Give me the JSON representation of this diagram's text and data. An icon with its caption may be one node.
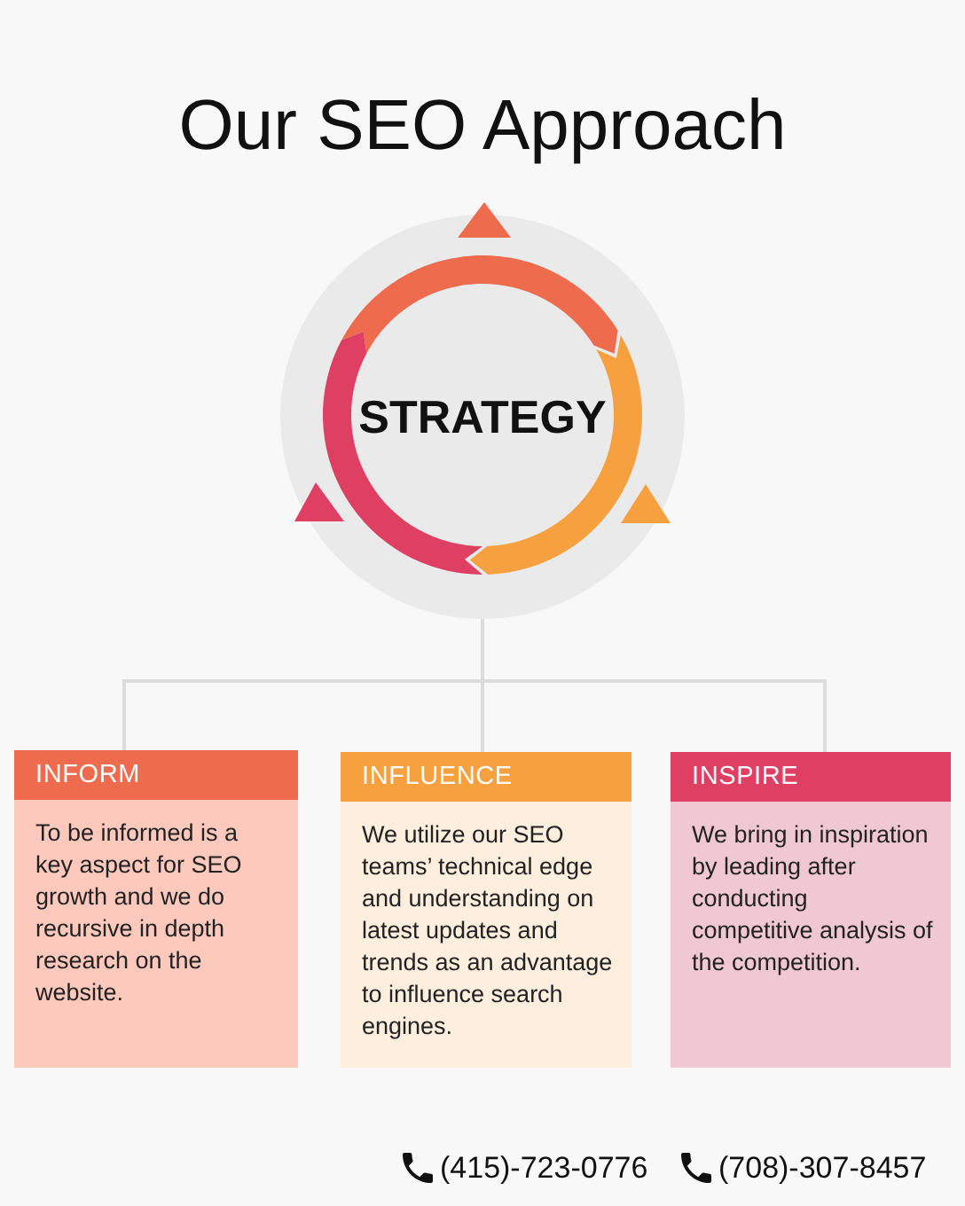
{
  "diagram": {
    "title": "Our SEO Approach",
    "nodes": [
      {
        "text": [
          "STRATEGY"
        ]
      },
      {
        "text": [
          "INFORM",
          "To be informed is a key aspect for SEO growth and we do recursive in depth research on the website."
        ]
      },
      {
        "text": [
          "INFLUENCE",
          "We utilize our SEO teams’ technical edge and understanding on latest updates and trends as an advantage to influence search engines."
        ]
      },
      {
        "text": [
          "INSPIRE",
          "We bring in inspiration by leading after conducting competitive analysis of the competition."
        ]
      }
    ],
    "edges": [
      {
        "from": 0,
        "to": 1,
        "arrow": "none"
      },
      {
        "from": 0,
        "to": 2,
        "arrow": "none"
      },
      {
        "from": 0,
        "to": 3,
        "arrow": "none"
      }
    ],
    "labels": [
      "(415)-723-0776",
      "(708)-307-8457"
    ]
  }
}
